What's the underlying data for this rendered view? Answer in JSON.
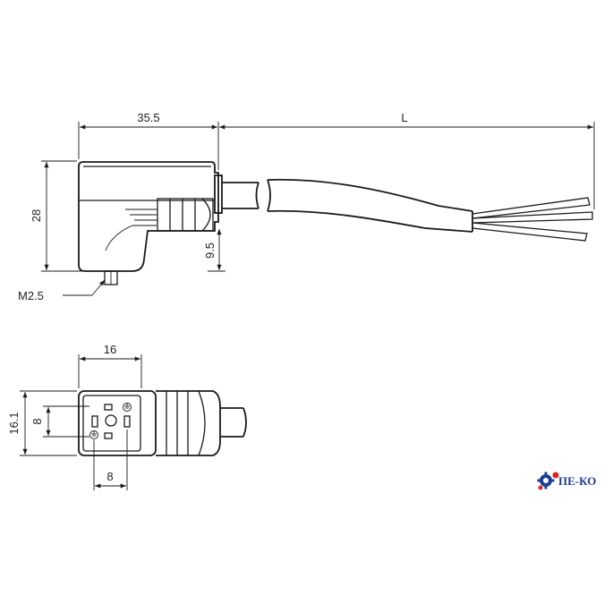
{
  "dimensions": {
    "length_body": "35.5",
    "cable_length": "L",
    "height": "28",
    "offset": "9.5",
    "screw": "M2.5",
    "width_front": "16",
    "height_front": "16.1",
    "pin_spacing_v": "8",
    "pin_spacing_h": "8"
  },
  "logo": {
    "text": "ПЕ-КО",
    "brand_color": "#1c3f94",
    "accent_color": "#d9261c",
    "icon": "gear-icon"
  }
}
